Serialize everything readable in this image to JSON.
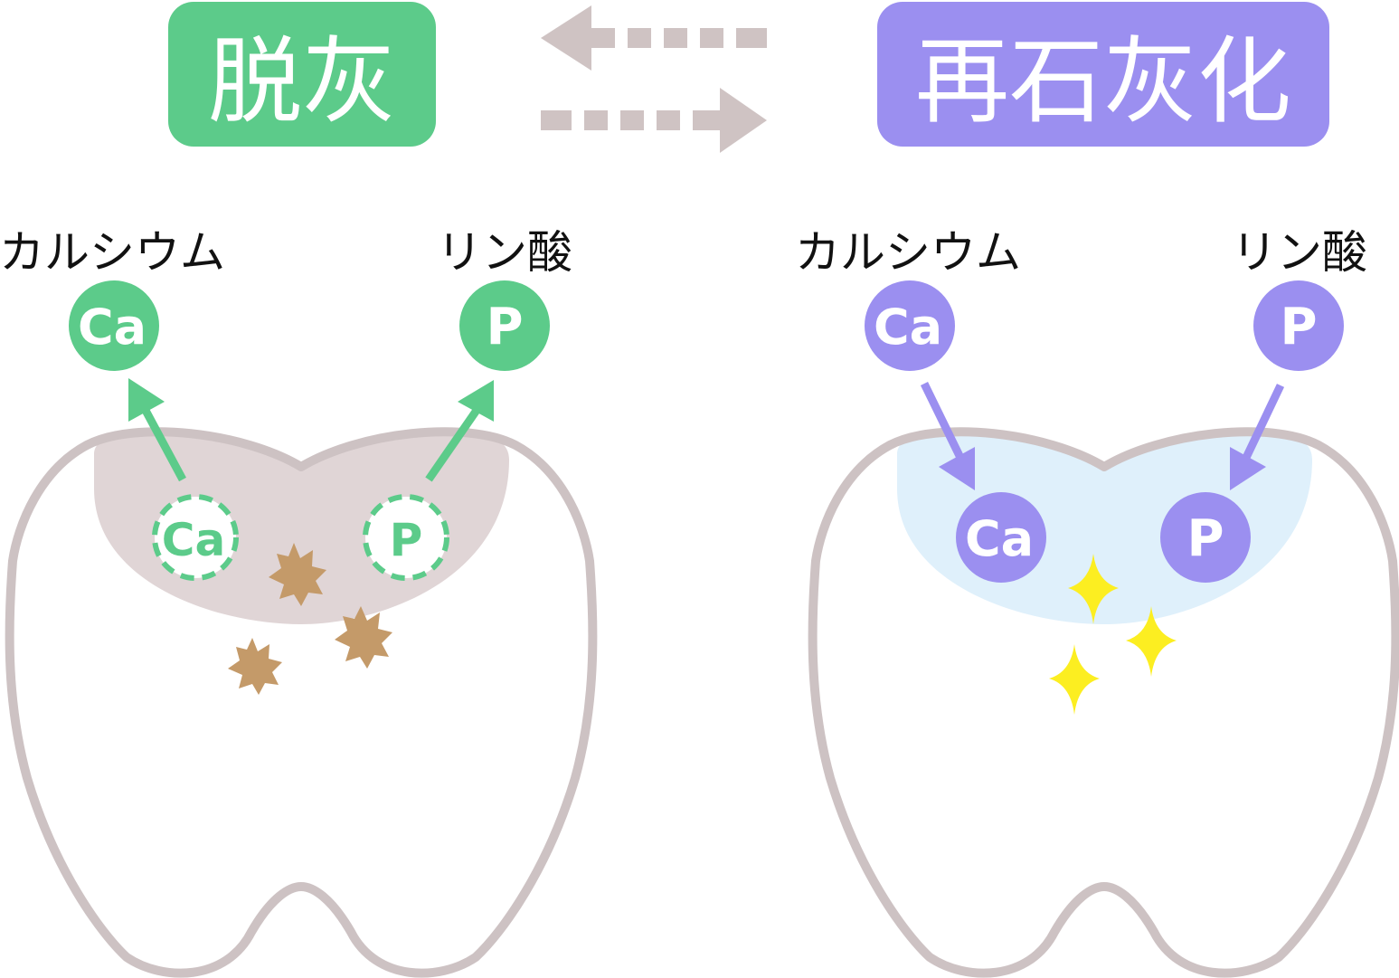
{
  "colors": {
    "demineralization": "#5ccb8a",
    "remineralization": "#9b8ff0",
    "tooth_outline": "#cdc2c3",
    "damaged_enamel": "#e0d5d6",
    "restored_enamel": "#dff0fb",
    "bacteria": "#c49a69",
    "sparkle": "#fcee21",
    "arrow_gray": "#cfc3c3",
    "text": "#111111"
  },
  "demineralization": {
    "title": "脱灰",
    "calcium_label": "カルシウム",
    "phosphate_label": "リン酸",
    "calcium_symbol": "Ca",
    "phosphate_symbol": "P"
  },
  "remineralization": {
    "title": "再石灰化",
    "calcium_label": "カルシウム",
    "phosphate_label": "リン酸",
    "calcium_symbol": "Ca",
    "phosphate_symbol": "P"
  },
  "icons": {
    "bacteria": "bacteria-icon",
    "sparkle": "sparkle-icon",
    "reversible_arrows": "reversible-arrows-icon"
  }
}
